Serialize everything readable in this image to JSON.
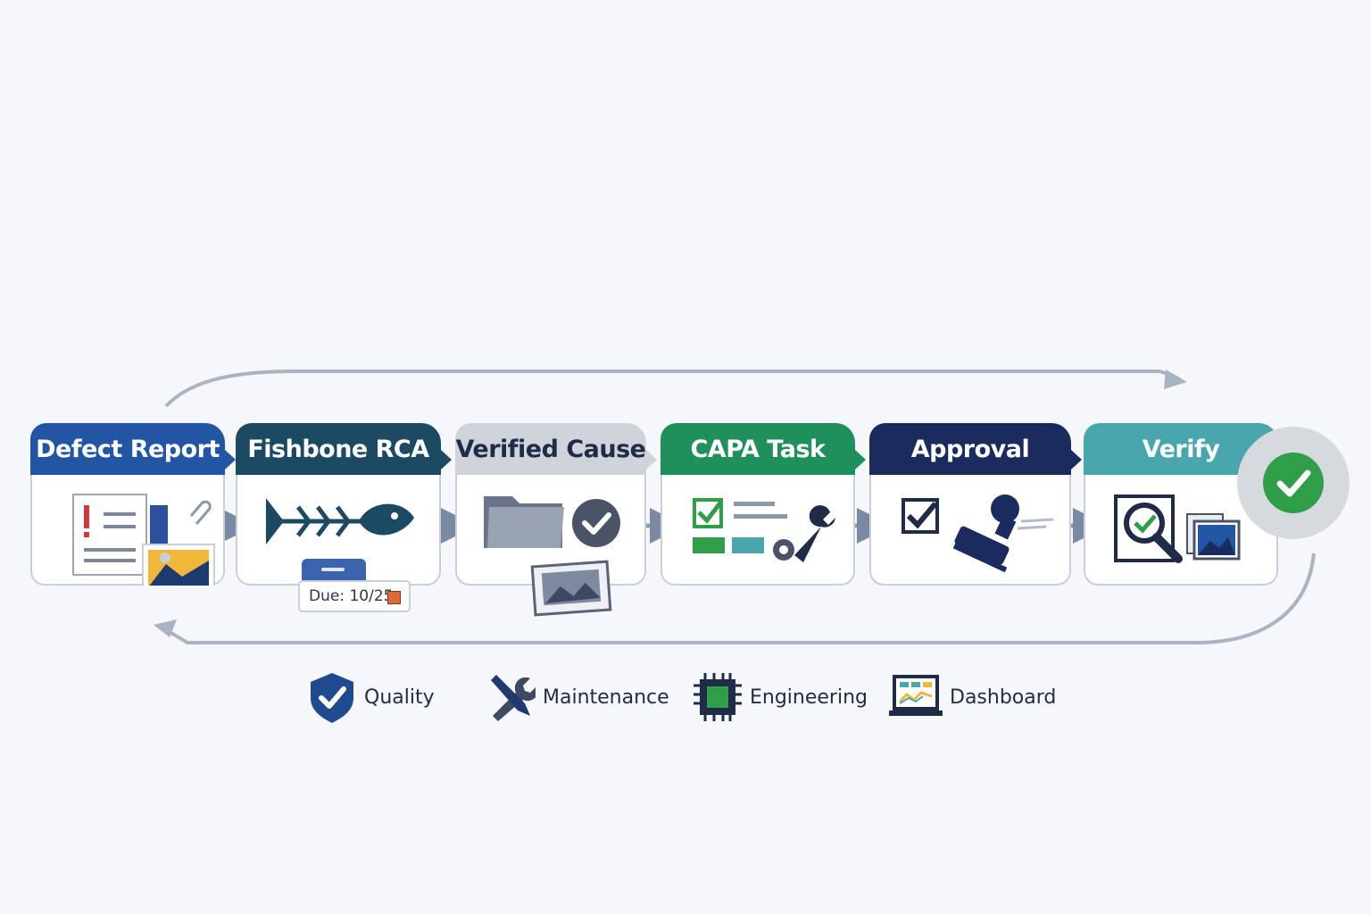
{
  "steps": [
    {
      "id": "defect-report",
      "label": "Defect Report",
      "color": "#2255a4"
    },
    {
      "id": "fishbone-rca",
      "label": "Fishbone RCA",
      "color": "#1d4a63"
    },
    {
      "id": "verified-cause",
      "label": "Verified Cause",
      "color": "#cfd3da"
    },
    {
      "id": "capa-task",
      "label": "CAPA Task",
      "color": "#1f8f5c"
    },
    {
      "id": "approval",
      "label": "Approval",
      "color": "#1a2b5e"
    },
    {
      "id": "verify",
      "label": "Verify",
      "color": "#4aa6ad"
    }
  ],
  "due_chip": {
    "text": "Due: 10/25"
  },
  "legend": [
    {
      "id": "quality",
      "label": "Quality",
      "icon": "shield-check-icon"
    },
    {
      "id": "maintenance",
      "label": "Maintenance",
      "icon": "wrench-screwdriver-icon"
    },
    {
      "id": "engineering",
      "label": "Engineering",
      "icon": "chip-icon"
    },
    {
      "id": "dashboard",
      "label": "Dashboard",
      "icon": "laptop-chart-icon"
    }
  ],
  "colors": {
    "verified_text": "#1f2b47",
    "success": "#2e9e48",
    "arrow": "#8c9bb3"
  }
}
